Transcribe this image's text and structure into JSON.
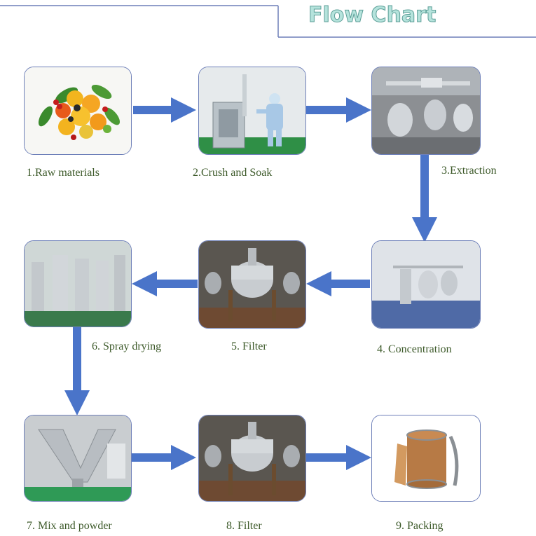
{
  "header": {
    "title": "Flow Chart"
  },
  "colors": {
    "arrow": "#4a74c9",
    "title_fill": "#b5e3dc",
    "title_stroke": "#5d9f98",
    "label": "#3d5a2a",
    "frame": "#6d7fb8"
  },
  "steps": [
    {
      "label": "1.Raw materials",
      "image": "fruit-icon"
    },
    {
      "label": "2.Crush and Soak",
      "image": "crusher-machine-icon"
    },
    {
      "label": "3.Extraction",
      "image": "extraction-tanks-icon"
    },
    {
      "label": "4. Concentration",
      "image": "concentrator-icon"
    },
    {
      "label": "5. Filter",
      "image": "filter-tank-icon"
    },
    {
      "label": "6. Spray drying",
      "image": "spray-dryer-icon"
    },
    {
      "label": "7. Mix and powder",
      "image": "v-mixer-icon"
    },
    {
      "label": "8. Filter",
      "image": "filter-tank-icon"
    },
    {
      "label": "9. Packing",
      "image": "fiber-drum-icon"
    }
  ]
}
